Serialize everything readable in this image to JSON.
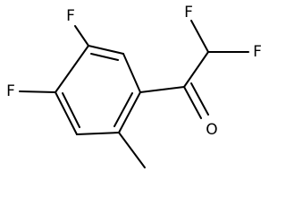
{
  "structure": {
    "atoms": {
      "f_ring_top": "F",
      "f_ring_left": "F",
      "f_chain_left": "F",
      "f_chain_right": "F",
      "carbonyl_oxygen": "O"
    }
  }
}
